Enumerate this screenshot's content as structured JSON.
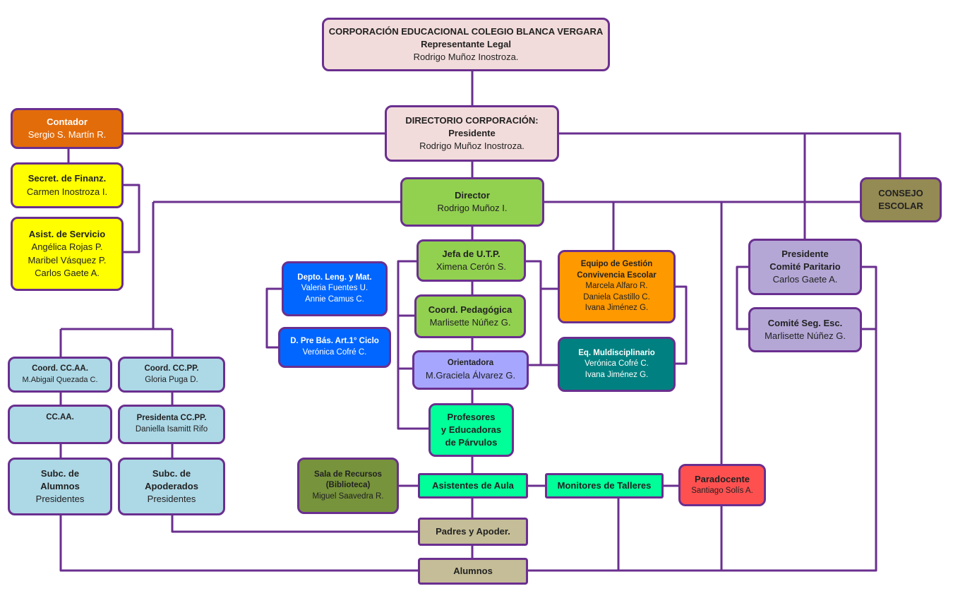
{
  "boxes": {
    "corporacion": {
      "lines": [
        "CORPORACIÓN EDUCACIONAL COLEGIO BLANCA VERGARA",
        "Representante Legal",
        "Rodrigo Muñoz Inostroza."
      ],
      "color": "#f2dcdb"
    },
    "directorio": {
      "lines": [
        "DIRECTORIO CORPORACIÓN:",
        "Presidente",
        "Rodrigo Muñoz Inostroza."
      ],
      "color": "#f2dcdb"
    },
    "contador": {
      "lines": [
        "Contador",
        "Sergio S. Martín R."
      ],
      "color": "#e36c0a"
    },
    "secret_finanzas": {
      "lines": [
        "Secret. de Finanz.",
        "Carmen Inostroza I."
      ],
      "color": "#ffff00"
    },
    "asist_servicio": {
      "lines": [
        "Asist. de Servicio",
        "Angélica Rojas P.",
        "Maribel Vásquez P.",
        "Carlos Gaete A."
      ],
      "color": "#ffff00"
    },
    "director": {
      "lines": [
        "Director",
        "Rodrigo Muñoz I."
      ],
      "color": "#92d050"
    },
    "consejo": {
      "lines": [
        "CONSEJO",
        "ESCOLAR"
      ],
      "color": "#948a54"
    },
    "jefa_utp": {
      "lines": [
        "Jefa de U.T.P.",
        "Ximena Cerón S."
      ],
      "color": "#92d050"
    },
    "coord_pedagogica": {
      "lines": [
        "Coord. Pedagógica",
        "Marlisette Núñez G."
      ],
      "color": "#92d050"
    },
    "orientadora": {
      "lines": [
        "Orientadora",
        "M.Graciela Álvarez G."
      ],
      "color": "#a6a6ff"
    },
    "depto_leng": {
      "lines": [
        "Depto. Leng. y Mat.",
        "Valeria Fuentes U.",
        "Annie Camus C."
      ],
      "color": "#0066ff"
    },
    "d_prebas": {
      "lines": [
        "D. Pre Bás. Art.1° Ciclo",
        "Verónica Cofré C."
      ],
      "color": "#0066ff"
    },
    "equipo_gestion": {
      "lines": [
        "Equipo de Gestión",
        "Convivencia Escolar",
        "Marcela Alfaro R.",
        "Daniela Castillo C.",
        "Ivana Jiménez G."
      ],
      "color": "#ff9900"
    },
    "eq_mulds": {
      "lines": [
        "Eq. Muldisciplinario",
        "Verónica Cofré C.",
        "Ivana Jiménez G."
      ],
      "color": "#008080"
    },
    "presidente_comite": {
      "lines": [
        "Presidente",
        "Comité Paritario",
        "Carlos Gaete A."
      ],
      "color": "#b4a7d6"
    },
    "comite_seg": {
      "lines": [
        "Comité Seg. Esc.",
        "Marlisette Núñez G."
      ],
      "color": "#b4a7d6"
    },
    "profesores": {
      "lines": [
        "Profesores",
        "y Educadoras",
        "de Párvulos"
      ],
      "color": "#00ff99"
    },
    "coord_ccaa": {
      "lines": [
        "Coord. CC.AA.",
        "M.Abigail Quezada C."
      ],
      "color": "#add8e6"
    },
    "coord_ccpp": {
      "lines": [
        "Coord. CC.PP.",
        "Gloria Puga D."
      ],
      "color": "#add8e6"
    },
    "ccaa": {
      "lines": [
        "CC.AA."
      ],
      "color": "#add8e6"
    },
    "presidenta_ccpp": {
      "lines": [
        "Presidenta CC.PP.",
        "Daniella Isamitt Rifo"
      ],
      "color": "#add8e6"
    },
    "subc_alumnos": {
      "lines": [
        "Subc. de",
        "Alumnos",
        "Presidentes"
      ],
      "color": "#add8e6"
    },
    "subc_apoderados": {
      "lines": [
        "Subc. de",
        "Apoderados",
        "Presidentes"
      ],
      "color": "#add8e6"
    },
    "sala_recursos": {
      "lines": [
        "Sala de Recursos",
        "(Biblioteca)",
        "Miguel Saavedra R."
      ],
      "color": "#77933c"
    },
    "asistentes_aula": {
      "lines": [
        "Asistentes de Aula"
      ],
      "color": "#00ff99"
    },
    "monitores": {
      "lines": [
        "Monitores de Talleres"
      ],
      "color": "#00ff99"
    },
    "paradocente": {
      "lines": [
        "Paradocente",
        "Santiago Solís A."
      ],
      "color": "#ff5050"
    },
    "padres": {
      "lines": [
        "Padres y Apoder."
      ],
      "color": "#c4bd97"
    },
    "alumnos": {
      "lines": [
        "Alumnos"
      ],
      "color": "#c4bd97"
    }
  },
  "line_color": "#6a2f8f"
}
